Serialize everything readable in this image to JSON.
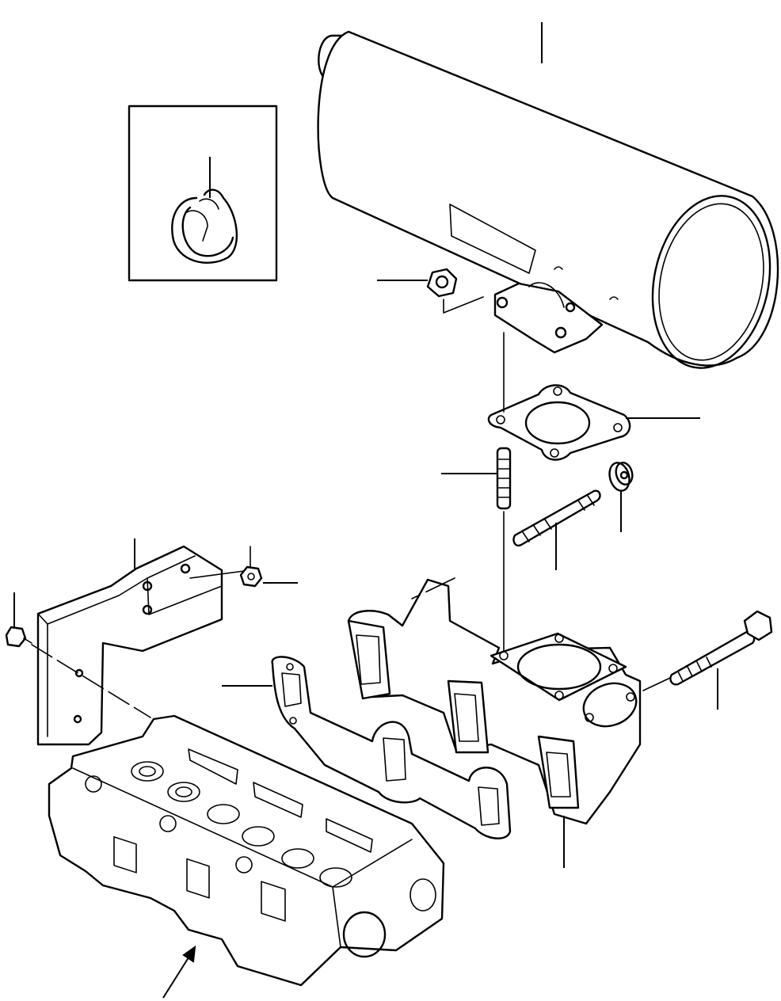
{
  "diagram": {
    "stroke_color": "#000000",
    "background_color": "#ffffff",
    "parts": [
      {
        "name": "muffler",
        "icon": "muffler-icon"
      },
      {
        "name": "pipe-clamp",
        "icon": "clamp-icon"
      },
      {
        "name": "muffler-nut",
        "icon": "flange-nut-icon"
      },
      {
        "name": "flange-gasket",
        "icon": "gasket-icon"
      },
      {
        "name": "stud",
        "icon": "stud-icon"
      },
      {
        "name": "long-stud",
        "icon": "stud-icon"
      },
      {
        "name": "flange-nut",
        "icon": "flange-nut-icon"
      },
      {
        "name": "support-bracket",
        "icon": "bracket-icon"
      },
      {
        "name": "bracket-bolt",
        "icon": "bolt-icon"
      },
      {
        "name": "side-bolt",
        "icon": "bolt-icon"
      },
      {
        "name": "manifold-gasket",
        "icon": "gasket-icon"
      },
      {
        "name": "exhaust-manifold",
        "icon": "manifold-icon"
      },
      {
        "name": "manifold-bolt",
        "icon": "bolt-icon"
      },
      {
        "name": "cylinder-head",
        "icon": "cylinder-head-icon"
      }
    ]
  }
}
